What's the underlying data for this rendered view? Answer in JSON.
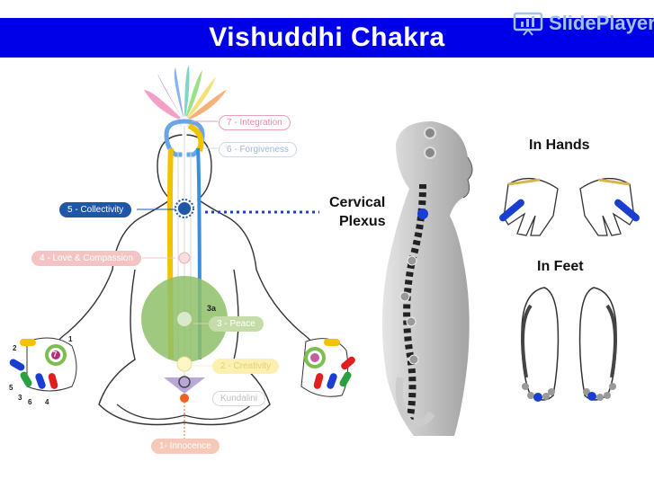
{
  "slide": {
    "title": "Vishuddhi Chakra",
    "logo_text": "SlidePlayer"
  },
  "chakras": [
    {
      "label": "7 - Integration",
      "color": "#e8a0b8",
      "text_color": "#e08aa8"
    },
    {
      "label": "6 - Forgiveness",
      "color": "#c9d8ea",
      "text_color": "#9fb6d0"
    },
    {
      "label": "5 - Collectivity",
      "color": "#1f56a8",
      "text_color": "#ffffff"
    },
    {
      "label": "4 - Love & Compassion",
      "color": "#f4c4c4",
      "text_color": "#e8a3a3"
    },
    {
      "label": "3 - Peace",
      "color": "#c6dca8",
      "text_color": "#ffffff"
    },
    {
      "label": "2 - Creativity",
      "color": "#fbf0b0",
      "text_color": "#e6cf7a"
    },
    {
      "label": "Kundalini",
      "color": "#ffffff",
      "text_color": "#bdbdbd"
    },
    {
      "label": "1- Innocence",
      "color": "#f6c8b8",
      "text_color": "#ffffff"
    }
  ],
  "sub_chakra": "3a",
  "left_palm_numbers": [
    "1",
    "2",
    "3",
    "4",
    "5",
    "6",
    "7"
  ],
  "cervical": {
    "line1": "Cervical",
    "line2": "Plexus"
  },
  "hands_label": "In Hands",
  "feet_label": "In Feet",
  "colors": {
    "title_bar": "#0000e8",
    "chakra_blue": "#1a3fd0",
    "nadi_yellow": "#f2c200",
    "nadi_blue": "#3c8ed8"
  }
}
